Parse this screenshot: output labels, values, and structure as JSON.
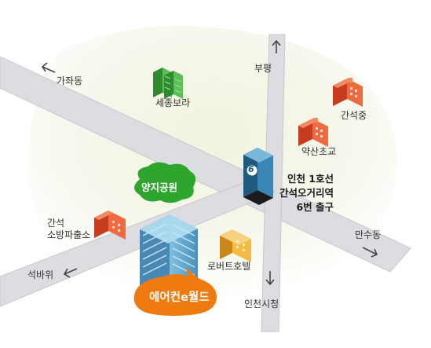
{
  "map": {
    "directions": {
      "west_up": "가좌동",
      "north": "부평",
      "east": "만수동",
      "south": "인천시청",
      "west_down": "석바위"
    },
    "landmarks": {
      "sejong": "세종보라",
      "ganseok_middle": "간석중",
      "yaksan_elementary": "약산초교",
      "yangji_park": "양지공원",
      "fire_station": [
        "간석",
        "소방파출소"
      ],
      "robert_hotel": "로버트호텔"
    },
    "station": {
      "exit_number": "6",
      "lines": [
        "인천 1호선",
        "간석오거리역",
        "6번 출구"
      ]
    },
    "destination": {
      "name": "에어컨e월드"
    },
    "colors": {
      "road": "#dcdde0",
      "road_edge": "#c5c7cb",
      "bubble_orange": "#ee7a10",
      "park_green": "#2ea52d",
      "building_blue": "#5f9fc6",
      "station_dark": "#1e5a7e",
      "school_red": "#e24b2a",
      "apartment_green": "#3d9f3a",
      "hotel_yellow": "#e3a329"
    }
  }
}
